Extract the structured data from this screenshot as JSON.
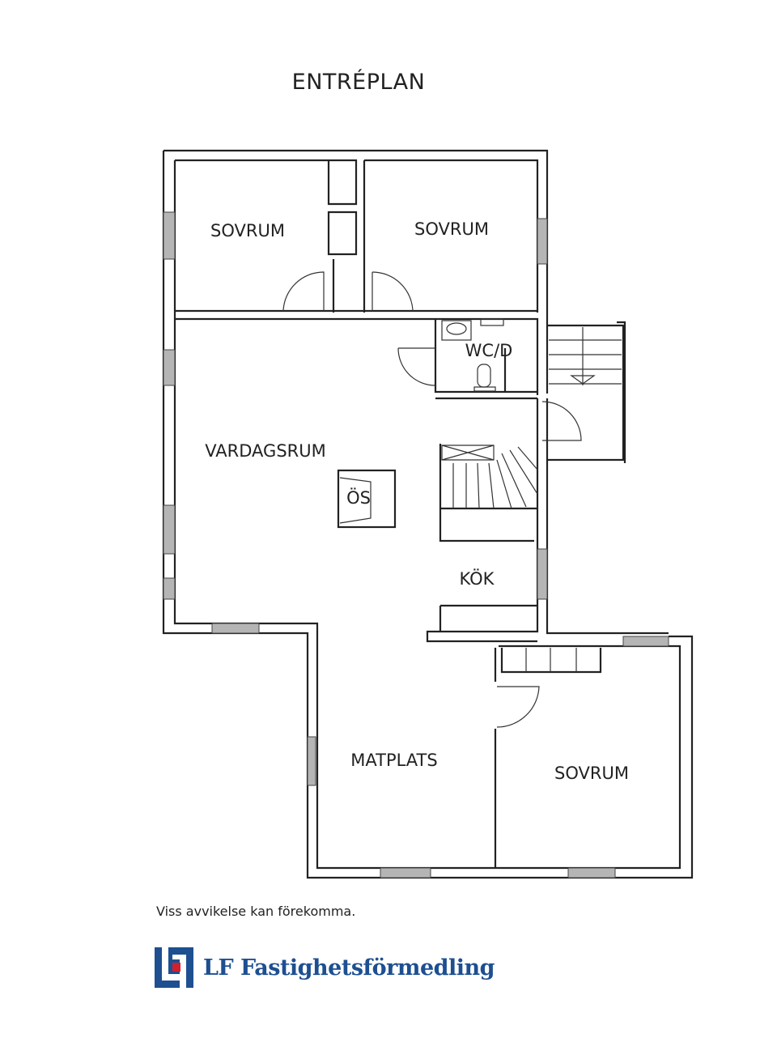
{
  "title": "ENTRÉPLAN",
  "rooms": {
    "sovrum_1": "SOVRUM",
    "sovrum_2": "SOVRUM",
    "wc_d": "WC/D",
    "vardagsrum": "VARDAGSRUM",
    "os": "ÖS",
    "kok": "KÖK",
    "matplats": "MATPLATS",
    "sovrum_3": "SOVRUM"
  },
  "footer": {
    "disclaimer": "Viss avvikelse kan förekomma.",
    "brand": "LF Fastighetsförmedling"
  },
  "colors": {
    "wall": "#222222",
    "brand_blue": "#1d4f91",
    "brand_red": "#d0202e",
    "window": "#9a9a9a"
  }
}
